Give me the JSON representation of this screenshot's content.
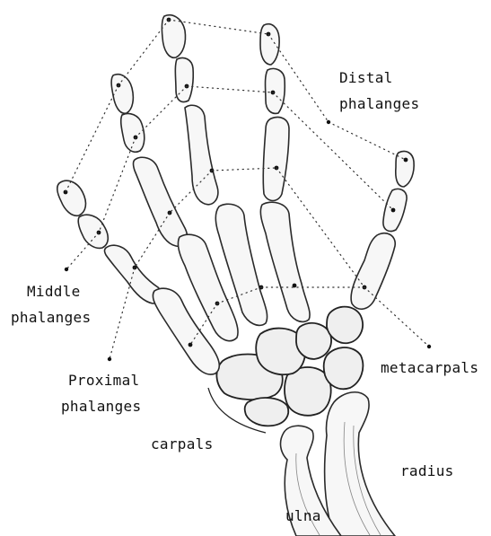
{
  "labels": {
    "distal": [
      "Distal",
      "phalanges"
    ],
    "middle": [
      "Middle",
      "phalanges"
    ],
    "proximal": [
      "Proximal",
      "phalanges"
    ],
    "metacarpals": "metacarpals",
    "carpals": "carpals",
    "radius": "radius",
    "ulna": "ulna"
  }
}
